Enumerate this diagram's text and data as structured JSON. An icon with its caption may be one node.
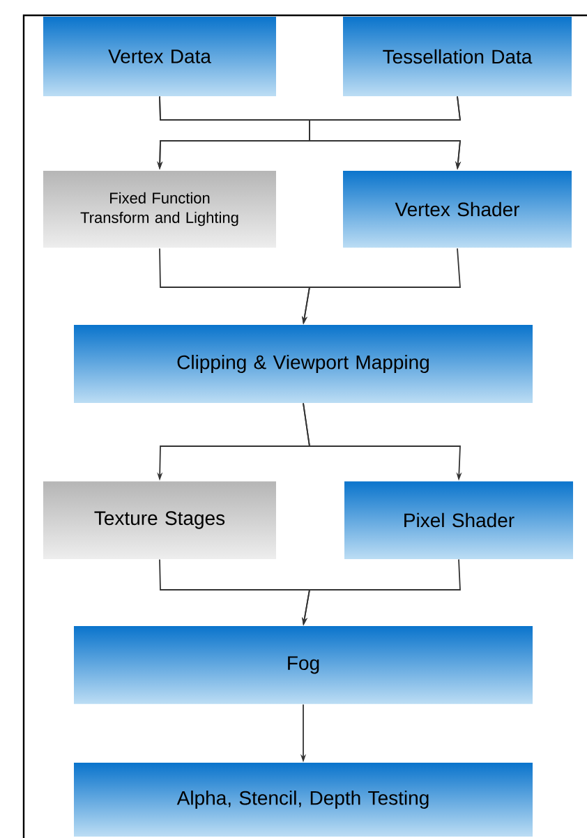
{
  "diagram": {
    "nodes": [
      {
        "text": [
          "Vertex Data"
        ]
      },
      {
        "text": [
          "Tessellation Data"
        ]
      },
      {
        "text": [
          "Fixed Function Transform and Lighting"
        ]
      },
      {
        "text": [
          "Vertex Shader"
        ]
      },
      {
        "text": [
          "Clipping & Viewport Mapping"
        ]
      },
      {
        "text": [
          "Texture Stages"
        ]
      },
      {
        "text": [
          "Pixel Shader"
        ]
      },
      {
        "text": [
          "Fog"
        ]
      },
      {
        "text": [
          "Alpha, Stencil, Depth Testing"
        ]
      }
    ],
    "edges": [
      {
        "from": 0,
        "to": 2,
        "arrow": "to"
      },
      {
        "from": 0,
        "to": 3,
        "arrow": "to"
      },
      {
        "from": 1,
        "to": 2,
        "arrow": "to"
      },
      {
        "from": 1,
        "to": 3,
        "arrow": "to"
      },
      {
        "from": 2,
        "to": 4,
        "arrow": "to"
      },
      {
        "from": 3,
        "to": 4,
        "arrow": "to"
      },
      {
        "from": 4,
        "to": 5,
        "arrow": "to"
      },
      {
        "from": 4,
        "to": 6,
        "arrow": "to"
      },
      {
        "from": 5,
        "to": 7,
        "arrow": "to"
      },
      {
        "from": 6,
        "to": 7,
        "arrow": "to"
      },
      {
        "from": 7,
        "to": 8,
        "arrow": "to"
      }
    ]
  }
}
